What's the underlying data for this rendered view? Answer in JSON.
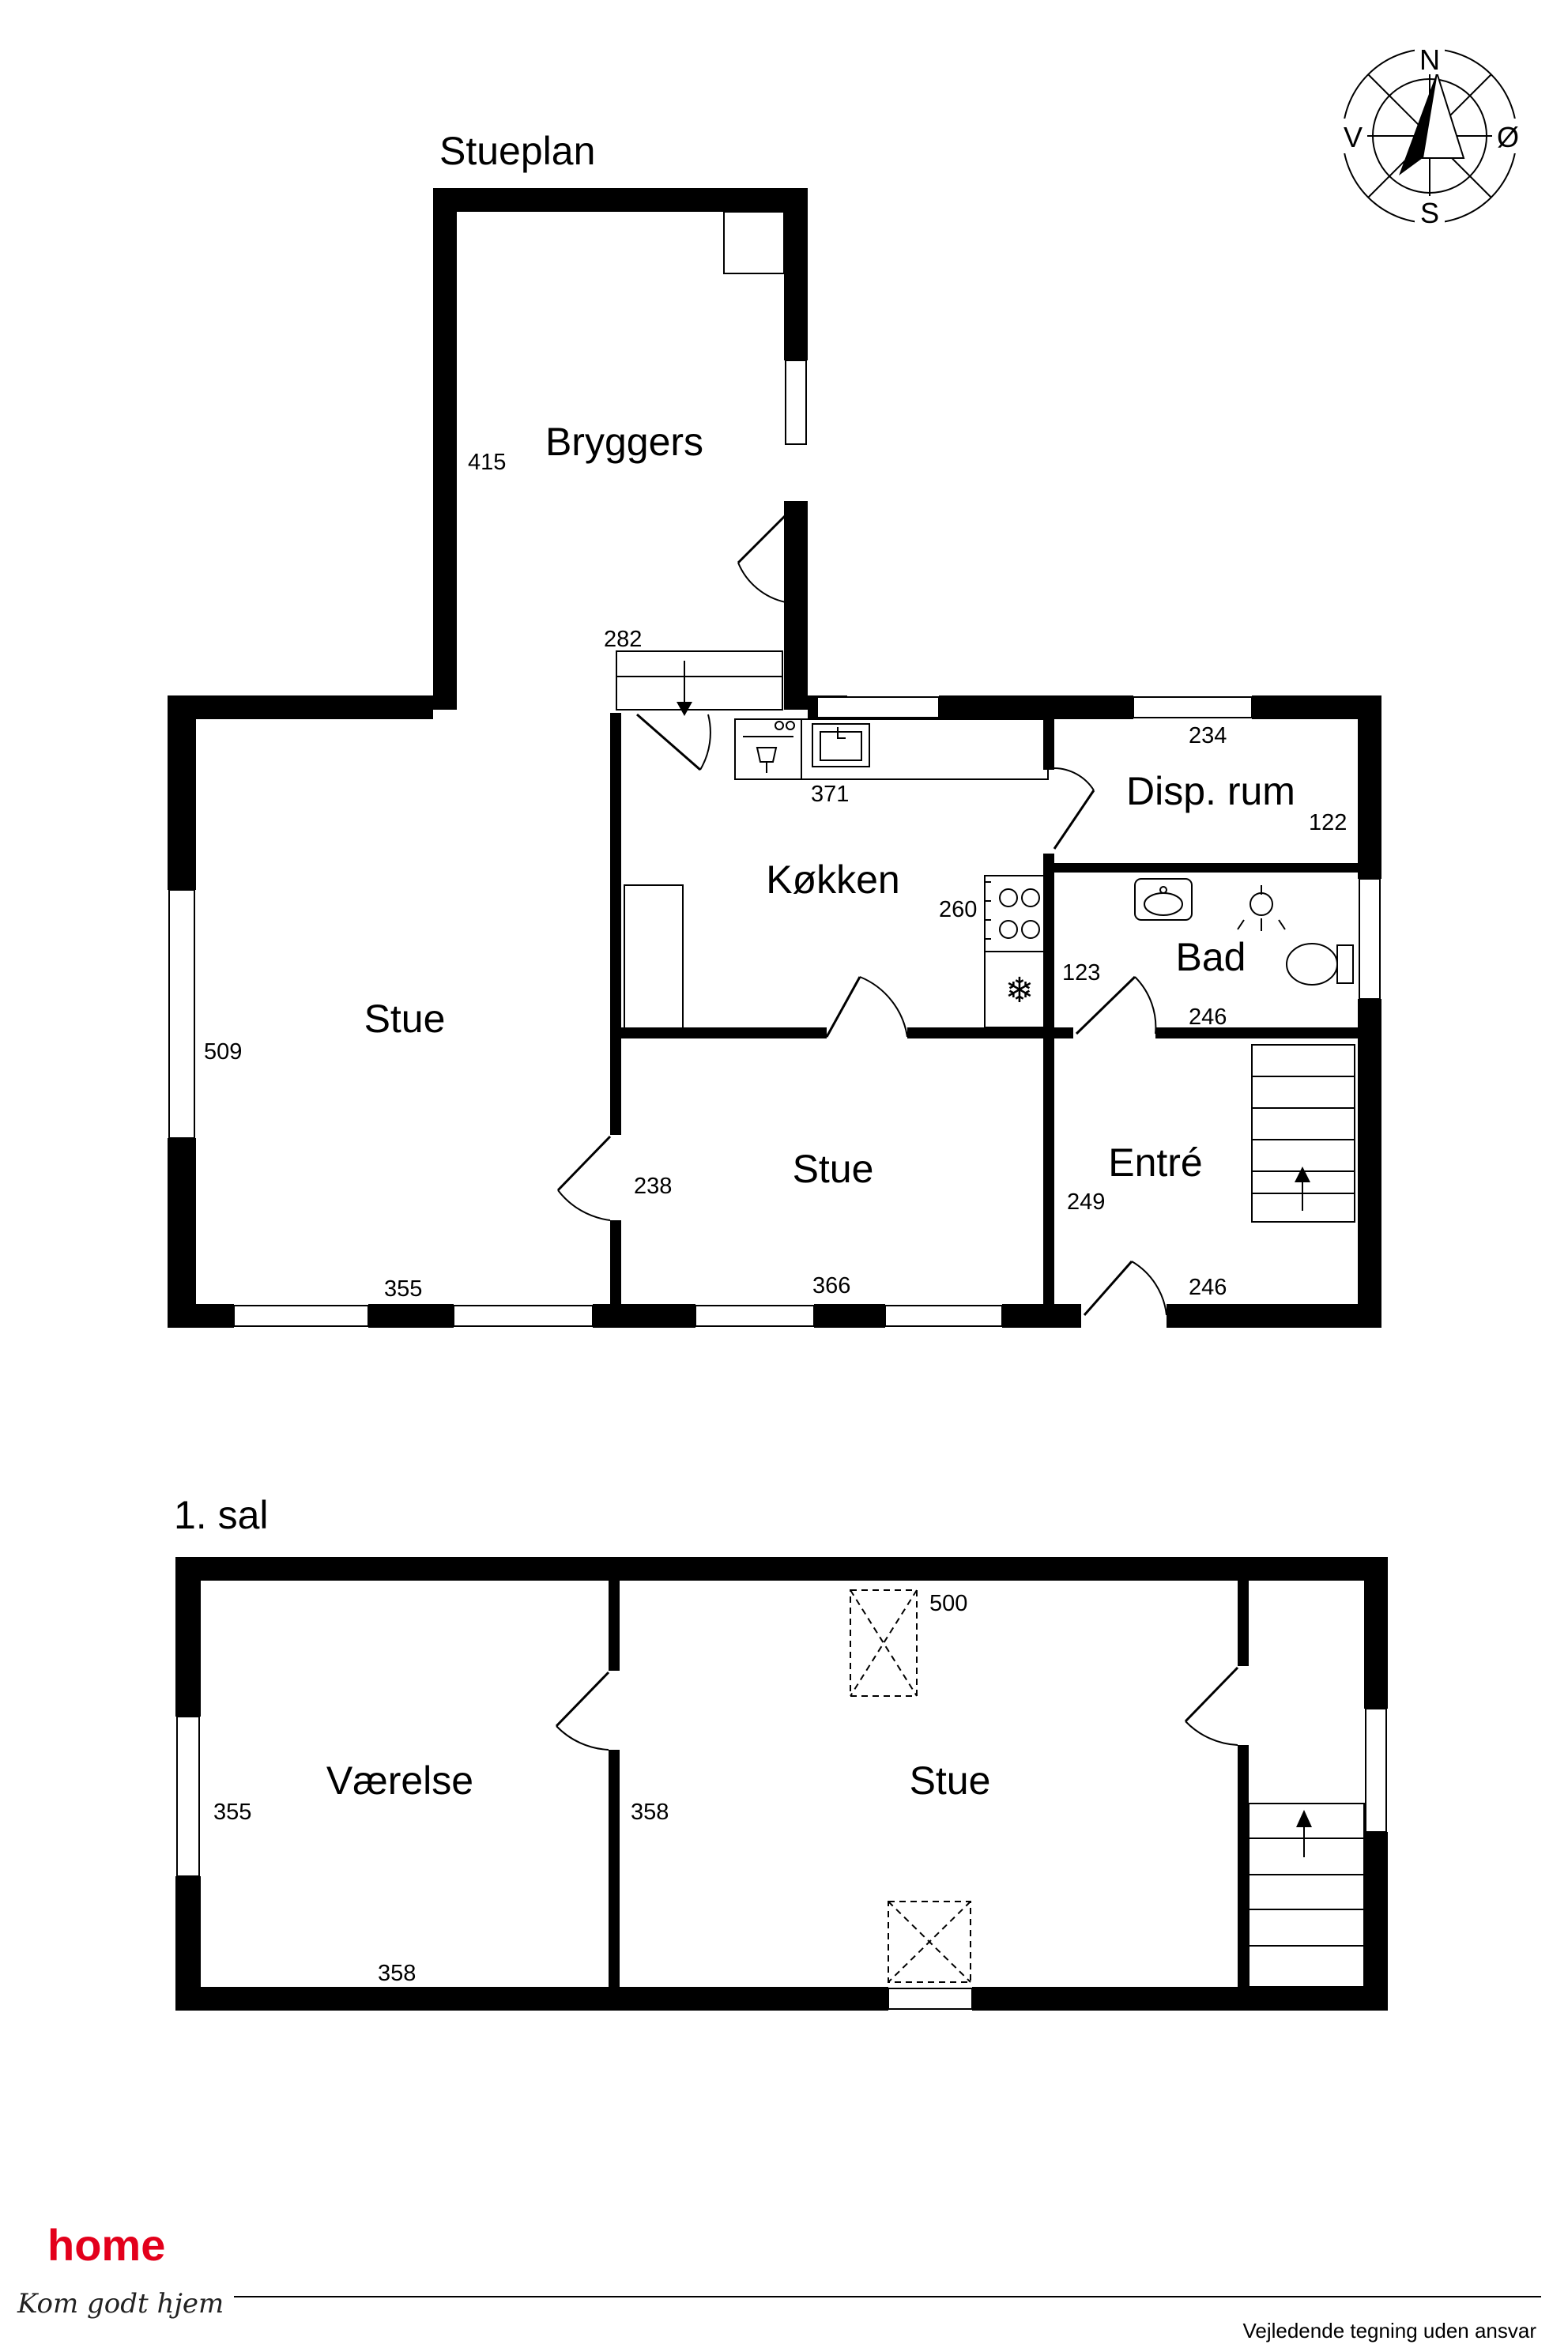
{
  "floors": {
    "ground": {
      "title": "Stueplan",
      "rooms": {
        "bryggers": "Bryggers",
        "stue_left": "Stue",
        "koekken": "Køkken",
        "disp_rum": "Disp. rum",
        "bad": "Bad",
        "stue_mid": "Stue",
        "entre": "Entré"
      },
      "dimensions": {
        "d415": "415",
        "d282": "282",
        "d234": "234",
        "d371": "371",
        "d122": "122",
        "d260": "260",
        "d123": "123",
        "d509": "509",
        "d246_bad": "246",
        "d238": "238",
        "d249": "249",
        "d355": "355",
        "d366": "366",
        "d246_entre": "246"
      }
    },
    "first": {
      "title": "1. sal",
      "rooms": {
        "vaerelse": "Værelse",
        "stue": "Stue"
      },
      "dimensions": {
        "d500": "500",
        "d355": "355",
        "d358_mid": "358",
        "d358_bottom": "358"
      }
    }
  },
  "compass": {
    "n": "N",
    "v": "V",
    "oe": "Ø",
    "s": "S"
  },
  "footer": {
    "brand": "home",
    "tagline": "Kom godt hjem",
    "disclaimer": "Vejledende tegning uden ansvar",
    "brand_color": "#e3001b"
  }
}
